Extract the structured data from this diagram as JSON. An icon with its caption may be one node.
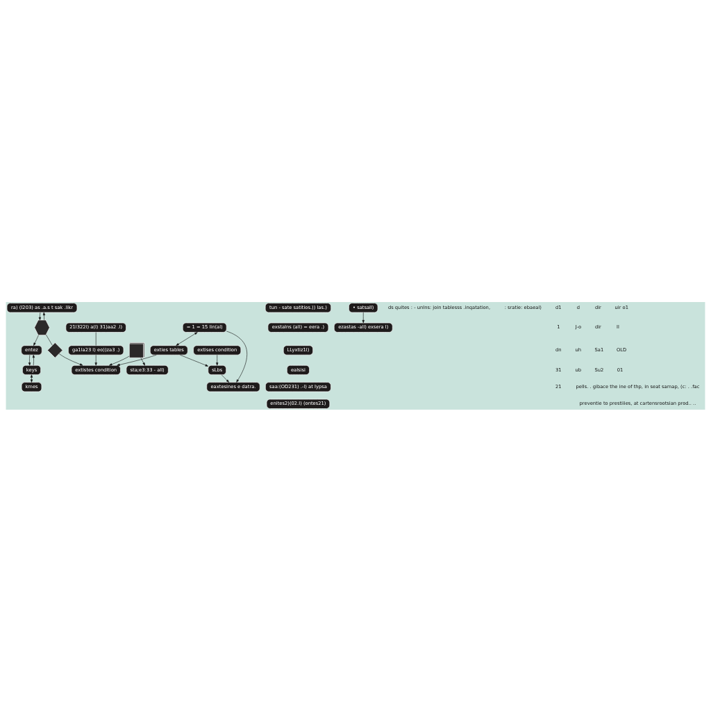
{
  "diagram": {
    "nodes": [
      {
        "text": [
          "ra) (I203) as .a.s t sak .likr"
        ]
      },
      {
        "text": [
          "tun - sate satitios.)) las.)"
        ]
      },
      {
        "text": [],
        "shape": "hexagon"
      },
      {
        "text": [],
        "shape": "diamond"
      },
      {
        "text": [
          "entez"
        ]
      },
      {
        "text": [
          "keys"
        ]
      },
      {
        "text": [
          "kmes"
        ]
      },
      {
        "text": [
          "• satsall)"
        ]
      },
      {
        "text": [
          "exstalns (all) = eera .)"
        ]
      },
      {
        "text": [
          "ezastas -all) exsera l)"
        ]
      },
      {
        "text": [
          "LLyxtiz1l)"
        ]
      },
      {
        "text": [
          "21l322l) a(l) 31)aa2 .l)"
        ]
      },
      {
        "text": [
          "ga1la23 l) eo))za3 .)"
        ]
      },
      {
        "text": [
          "extistes condition"
        ]
      },
      {
        "text": [
          "exties tables"
        ]
      },
      {
        "text": [
          "sLbs"
        ]
      },
      {
        "text": [
          "extises condition"
        ]
      },
      {
        "text": [
          "= 1 = 15 lin(al)"
        ]
      },
      {
        "text": [
          "eaxtesines e datra."
        ]
      },
      {
        "text": [
          "ealsisi"
        ]
      },
      {
        "text": [
          "sta;e3:33 - all)"
        ]
      },
      {
        "text": [
          "saa:(OD231) .-l) at lypsa"
        ]
      },
      {
        "text": [
          "enites2)(02.l) (ontes21)"
        ]
      },
      {
        "text": [],
        "shape": "picture"
      }
    ],
    "edges": [
      {
        "from": 0,
        "to": 2,
        "arrow": "to"
      },
      {
        "from": 2,
        "to": 0,
        "arrow": "to"
      },
      {
        "from": 2,
        "to": 4,
        "arrow": "to"
      },
      {
        "from": 2,
        "to": 3,
        "arrow": "none"
      },
      {
        "from": 4,
        "to": 5,
        "arrow": "to"
      },
      {
        "from": 5,
        "to": 4,
        "arrow": "to"
      },
      {
        "from": 5,
        "to": 6,
        "arrow": "both"
      },
      {
        "from": 3,
        "to": 13,
        "arrow": "to"
      },
      {
        "from": 12,
        "to": 13,
        "arrow": "to"
      },
      {
        "from": 23,
        "to": 13,
        "arrow": "to"
      },
      {
        "from": 14,
        "to": 13,
        "arrow": "to"
      },
      {
        "from": 14,
        "to": 15,
        "arrow": "to"
      },
      {
        "from": 16,
        "to": 15,
        "arrow": "to"
      },
      {
        "from": 17,
        "to": 14,
        "arrow": "both"
      },
      {
        "from": 15,
        "to": 18,
        "arrow": "to"
      },
      {
        "from": 17,
        "to": 18,
        "arrow": "to"
      },
      {
        "from": 23,
        "to": 20,
        "arrow": "to"
      },
      {
        "from": 7,
        "to": 9,
        "arrow": "to"
      },
      {
        "from": 11,
        "to": 12,
        "arrow": "none"
      }
    ],
    "labels": [
      "ds quites : - unlns: join tablesss .inqatation,",
      ": sratie: ebaeal)",
      "d1",
      "d",
      "dir",
      "uir o1",
      "1",
      "J-o",
      "dir",
      "ll",
      "dn",
      "uh",
      "Sa1",
      "OLD",
      "31",
      "ub",
      "Su2",
      "01",
      "21",
      "pells. . gibace the ine of thp, in seat samap, (c: . .fac",
      "preventie to prestiiies, at cartensrootsian prod.. .."
    ]
  }
}
